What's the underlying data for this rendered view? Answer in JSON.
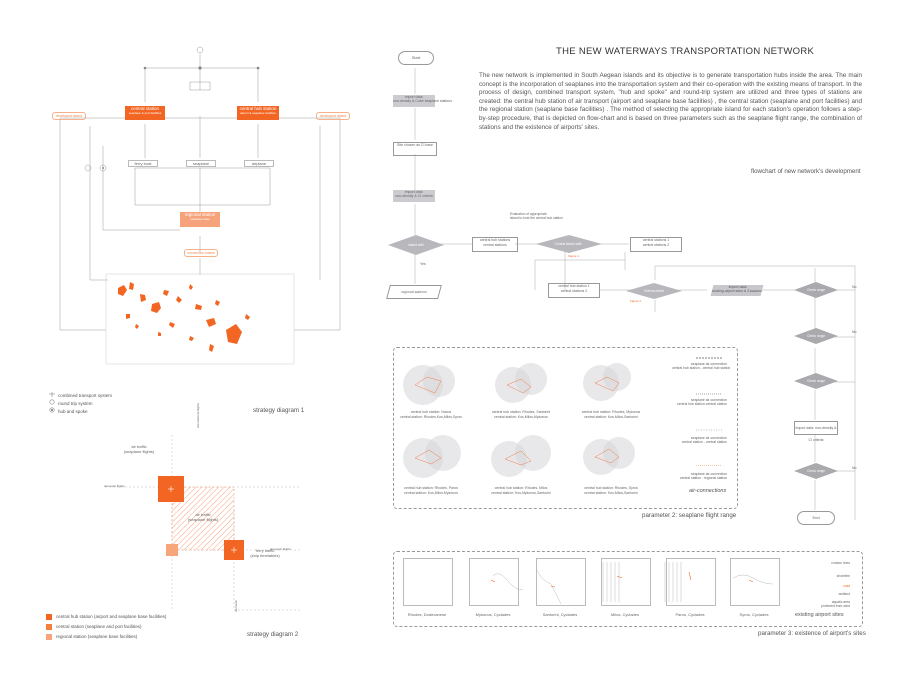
{
  "header": {
    "title": "THE NEW WATERWAYS TRANSPORTATION NETWORK",
    "intro": "The new network is implemented in South Aegean islands and its objective is to generate transportation hubs inside the area. The main concept is the incorporation of seaplanes into the transportation system and their co-operation with the existing means of transport. In the process of design, combined transport system, \"hub and spoke\" and round-trip system are utilized and three types of stations are created: the central hub station of air transport (airport and seaplane base facilities) , the central station (seaplane and port facilities) and the regional station (seaplane base facilities) . The method of selecting the appropriate island for each station's operation follows a step-by-step procedure, that is depicted on flow-chart and is based on three parameters such as the seaplane flight range, the combination of stations and the existence of airports' sites."
  },
  "strategy1": {
    "caption": "strategy diagram 1",
    "central_station": "central station",
    "central_station_sub": "seaplane & port facilities",
    "central_hub": "central hub station",
    "central_hub_sub": "airport & seaplane facilities",
    "regional_station": "regional station",
    "regional_sub": "seaplane base",
    "ferry_boat": "ferry boat",
    "seaplane": "seaplane",
    "airplane": "airplane",
    "side_left": "developed island",
    "side_right": "developed island",
    "connector": "connection island",
    "legend": [
      "combined transport system",
      "round trip system",
      "hub and spoke"
    ]
  },
  "strategy2": {
    "caption": "strategy diagram 2",
    "air_traffic_1": "air traffic\n(seaplane flights)",
    "air_traffic_2": "air traffic\n(seaplane flights)",
    "ferry_traffic": "ferry traffic\n(ship timetables)",
    "intl_flights": "international flights",
    "domestic_flights": "domestic flights",
    "domestic_flights_2": "domestic flights",
    "ferry_axis": "domestic",
    "legend": [
      {
        "label": "central hub station (airport and seaplane base facilities)",
        "color": "#f26522"
      },
      {
        "label": "central station (seaplane and port facilities)",
        "color": "#f47f3f"
      },
      {
        "label": "regional station (seaplane base facilities)",
        "color": "#f7a57a"
      }
    ]
  },
  "flow": {
    "caption": "flowchart of new network's development",
    "start": "Start",
    "end": "End",
    "p1": "Import data:\nnon-density & Cube seaplane stations",
    "p2": "Site chosen as CI base",
    "p3": "Import data:\nnon-density & CI criteria",
    "p4": "Import data:\nnon-density & CI criteria",
    "d1": "Island with",
    "d2": "Central island with",
    "d3": "Criteria check",
    "regional": "regional stations",
    "b1": "central hub stations\ncentral stations",
    "b2": "central stations 1\ncentral stations 2",
    "b3": "central hub station 1\ncentral stations 2",
    "b4": "Import data:\nexisting airport sites & 3 params",
    "r1": "Check range",
    "r2": "Check range",
    "r3": "Check range",
    "r4": "Check range",
    "yes": "Yes",
    "no": "No",
    "note": "Evaluation of appropriate\nisland to host the central hub station",
    "fig1": "Figure 1",
    "fig2": "Figure 2"
  },
  "param2": {
    "caption": "parameter 2: seaplane flight range",
    "air_connections": "air-connections",
    "cells": [
      "central hub station: Naxos\ncentral station: Rhodes,Kos,Milos,Syros",
      "central hub station: Rhodes, Santorini\ncentral station: Kos,Milos,Mykonos",
      "central hub station: Rhodes, Mykonos\ncentral station: Kos,Milos,Santorini",
      "central hub station: Rhodes, Paros\ncentral station: Kos,Milos,Mykonos",
      "central hub station: Rhodes, Milos\ncentral station: Kos,Mykonos,Santorini",
      "central hub station: Rhodes, Syros\ncentral station: Kos,Milos,Santorini"
    ],
    "legend": [
      "seaplane air-connection\ncentral hub station - central hub station",
      "seaplane air-connection\ncentral hub station-central station",
      "seaplane air-connection\ncentral station - central station",
      "seaplane air-connection\ncentral station - regional station"
    ]
  },
  "param3": {
    "caption": "parameter 3: existence of airport's sites",
    "existing": "existing airport sites",
    "maps": [
      "Rhodes, Dodecanese",
      "Mykonos, Cyclades",
      "Santorini, Cyclades",
      "Milos, Cyclades",
      "Paros, Cyclades",
      "Syros, Cyclades"
    ],
    "legend": [
      "contour lines",
      "shoreline",
      "road",
      "wetland",
      "aquatic area\nprotected from wind"
    ]
  }
}
